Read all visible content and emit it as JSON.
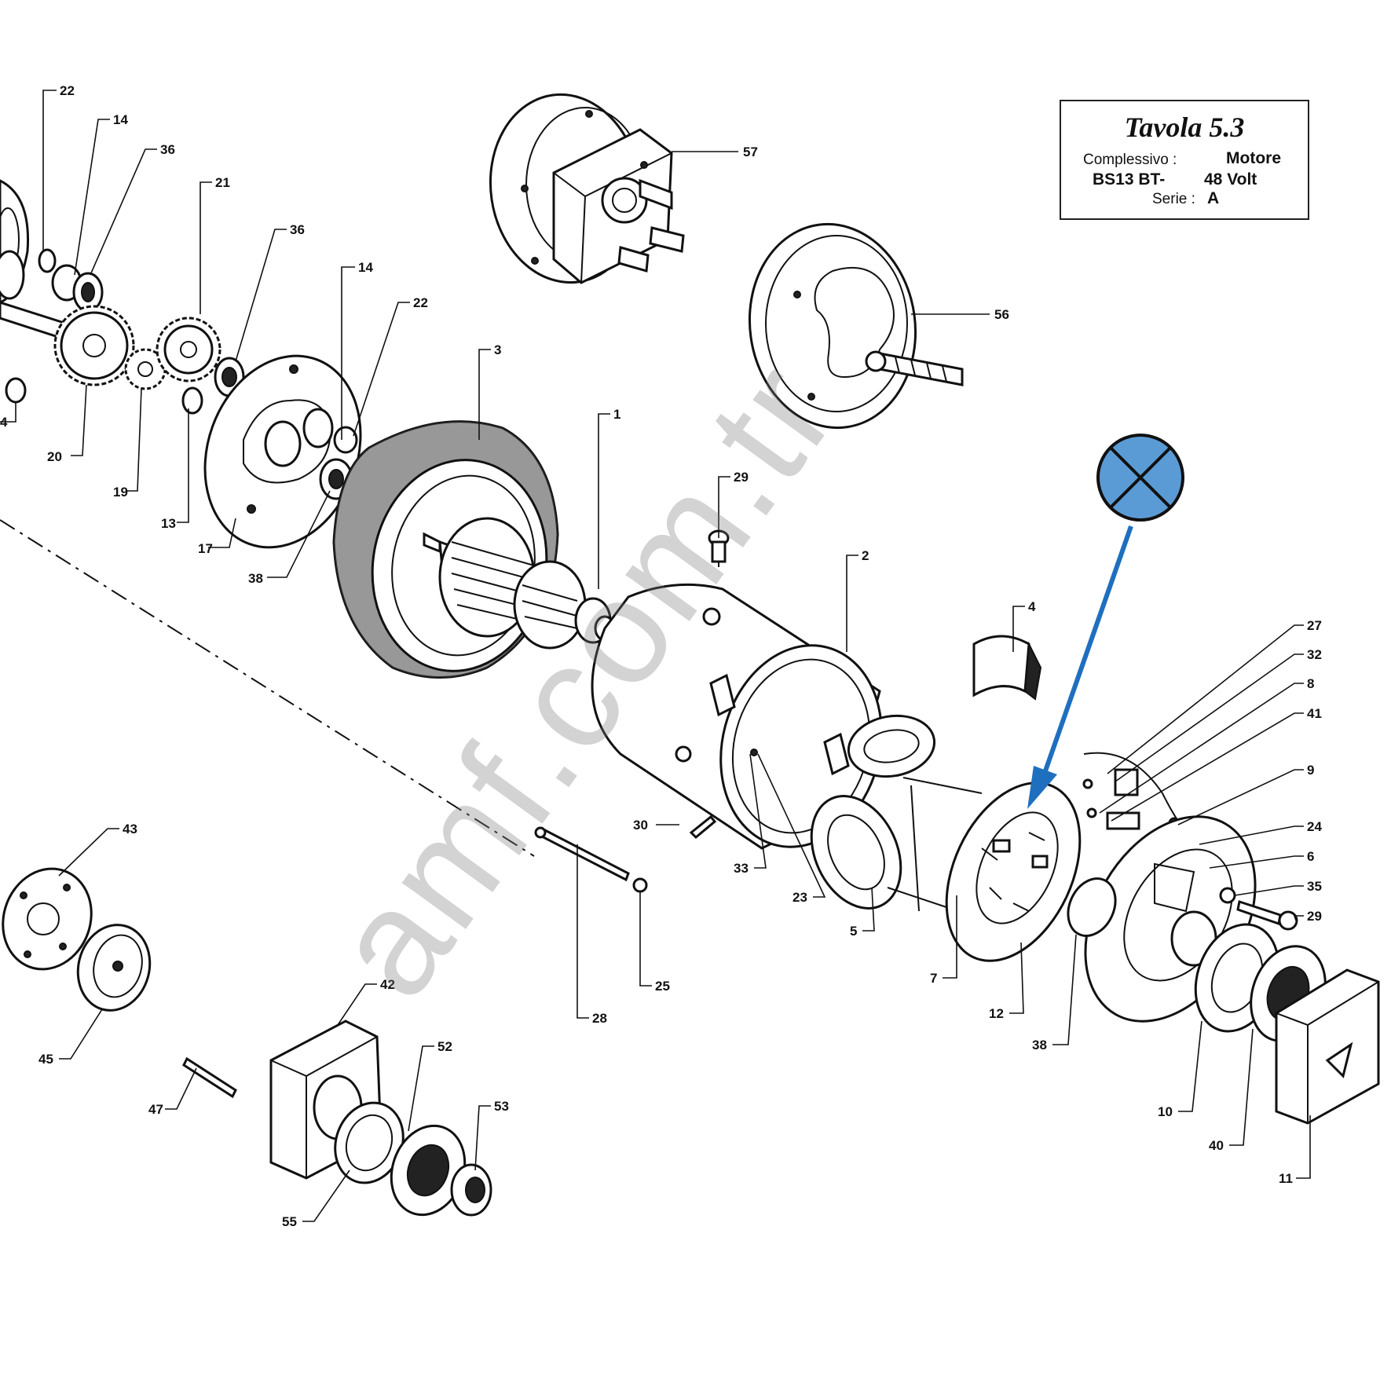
{
  "title_block": {
    "title": "Tavola 5.3",
    "label_complessivo": "Complessivo :",
    "value_complessivo": "Motore",
    "model": "BS13 BT-",
    "voltage": "48 Volt",
    "label_serie": "Serie :",
    "value_serie": "A"
  },
  "watermark": "amf.com.tr",
  "marker": {
    "fill_color": "#5b9bd5",
    "arrow_color": "#1f6fbf"
  },
  "part_numbers": {
    "p22a": "22",
    "p14a": "14",
    "p36a": "36",
    "p21": "21",
    "p36b": "36",
    "p14b": "14",
    "p22b": "22",
    "p3": "3",
    "p57": "57",
    "p56": "56",
    "p20": "20",
    "p19": "19",
    "p13": "13",
    "p17": "17",
    "p38a": "38",
    "p4a": "4",
    "p1": "1",
    "p29a": "29",
    "p2": "2",
    "p4b": "4",
    "p27": "27",
    "p32": "32",
    "p8": "8",
    "p41": "41",
    "p9": "9",
    "p24": "24",
    "p6": "6",
    "p35": "35",
    "p29b": "29",
    "p30": "30",
    "p33": "33",
    "p23": "23",
    "p5": "5",
    "p7": "7",
    "p12": "12",
    "p38b": "38",
    "p10": "10",
    "p40": "40",
    "p11": "11",
    "p43": "43",
    "p45": "45",
    "p42": "42",
    "p52": "52",
    "p53": "53",
    "p47": "47",
    "p55": "55",
    "p28": "28",
    "p25": "25"
  }
}
